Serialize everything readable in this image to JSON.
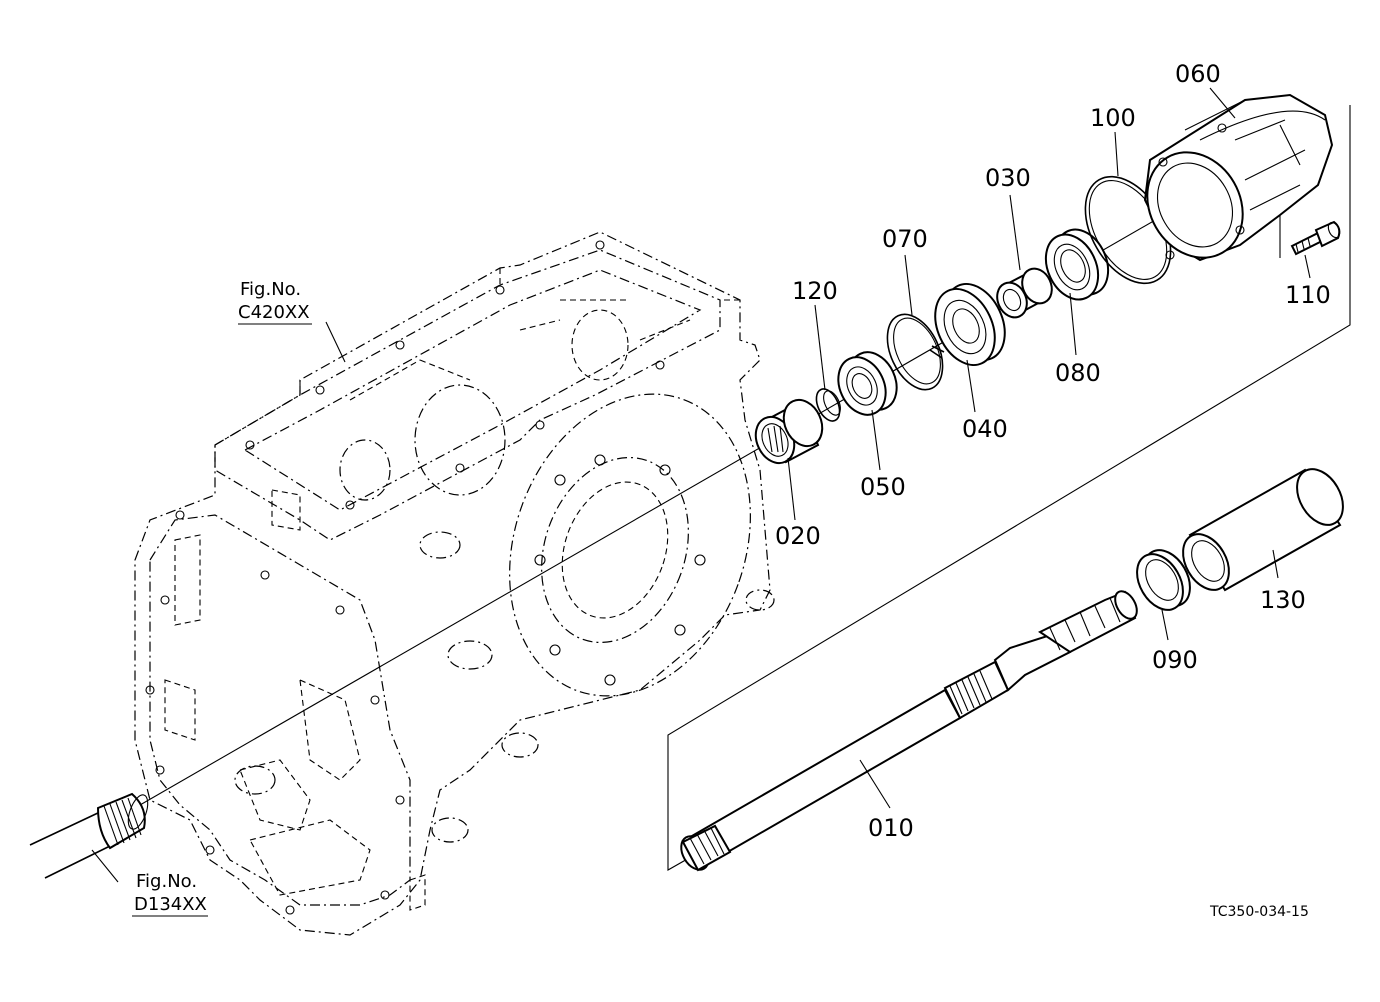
{
  "figure_refs": [
    {
      "title": "Fig.No.",
      "code": "C420XX"
    },
    {
      "title": "Fig.No.",
      "code": "D134XX"
    }
  ],
  "part_numbers": {
    "p010": "010",
    "p020": "020",
    "p030": "030",
    "p040": "040",
    "p050": "050",
    "p060": "060",
    "p070": "070",
    "p080": "080",
    "p090": "090",
    "p100": "100",
    "p110": "110",
    "p120": "120",
    "p130": "130"
  },
  "drawing_code": "TC350-034-15"
}
